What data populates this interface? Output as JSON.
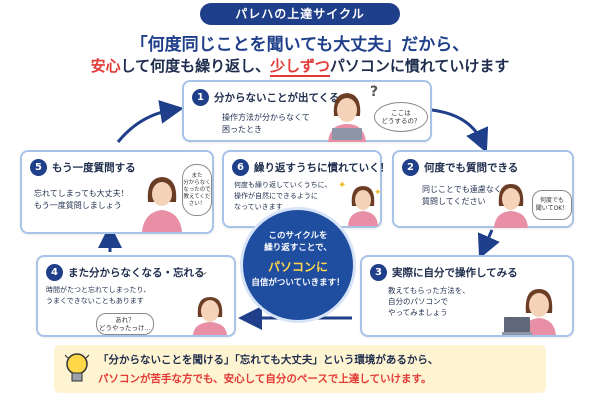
{
  "header": {
    "badge": "パレハの上達サイクル",
    "line1": "「何度同じことを聞いても大丈夫」だから、",
    "line2_part1": "安心",
    "line2_part2": "して何度も繰り返し、",
    "line2_part3": "少しずつ",
    "line2_part4": "パソコンに慣れていけます"
  },
  "steps": [
    {
      "num": "1",
      "title": "分からないことが出てくる",
      "body": "操作方法が分からなくて\n困ったとき",
      "bubble": "ここは\nどうするの？"
    },
    {
      "num": "2",
      "title": "何度でも質問できる",
      "body": "同じことでも遠慮なく\n質問してください",
      "bubble": "何度でも\n聞いてOK！"
    },
    {
      "num": "3",
      "title": "実際に自分で操作してみる",
      "body": "教えてもらった方法を、\n自分のパソコンで\nやってみましょう",
      "bubble": ""
    },
    {
      "num": "4",
      "title": "また分からなくなる・忘れる",
      "body": "時間がたつと忘れてしまったり、\nうまくできないこともあります",
      "bubble": "あれ？\nどうやったっけ…"
    },
    {
      "num": "5",
      "title": "もう一度質問する",
      "body": "忘れてしまっても大丈夫！\nもう一度質問しましょう",
      "bubble": "また\n分からなく\nなったので\n教えてください！"
    },
    {
      "num": "6",
      "title": "繰り返すうちに慣れていく！",
      "body": "何度も繰り返していくうちに、\n操作が自然にできるように\nなっていきます",
      "bubble": ""
    }
  ],
  "center": {
    "line1": "このサイクルを\n繰り返すことで、",
    "line2": "パソコンに",
    "line3": "自信がついていきます！"
  },
  "footer": {
    "line1": "「分からないことを聞ける」「忘れても大丈夫」という環境があるから、",
    "line2": "パソコンが苦手な方でも、安心して自分のペースで上達していけます。"
  },
  "colors": {
    "navy": "#1f3f8a",
    "red": "#e23a36",
    "card_border": "#a8c3e8",
    "footer_bg": "#fff4d1"
  },
  "icons": [
    "lightbulb-icon",
    "laptop-icon",
    "sparkle-icon",
    "confused-icon"
  ]
}
